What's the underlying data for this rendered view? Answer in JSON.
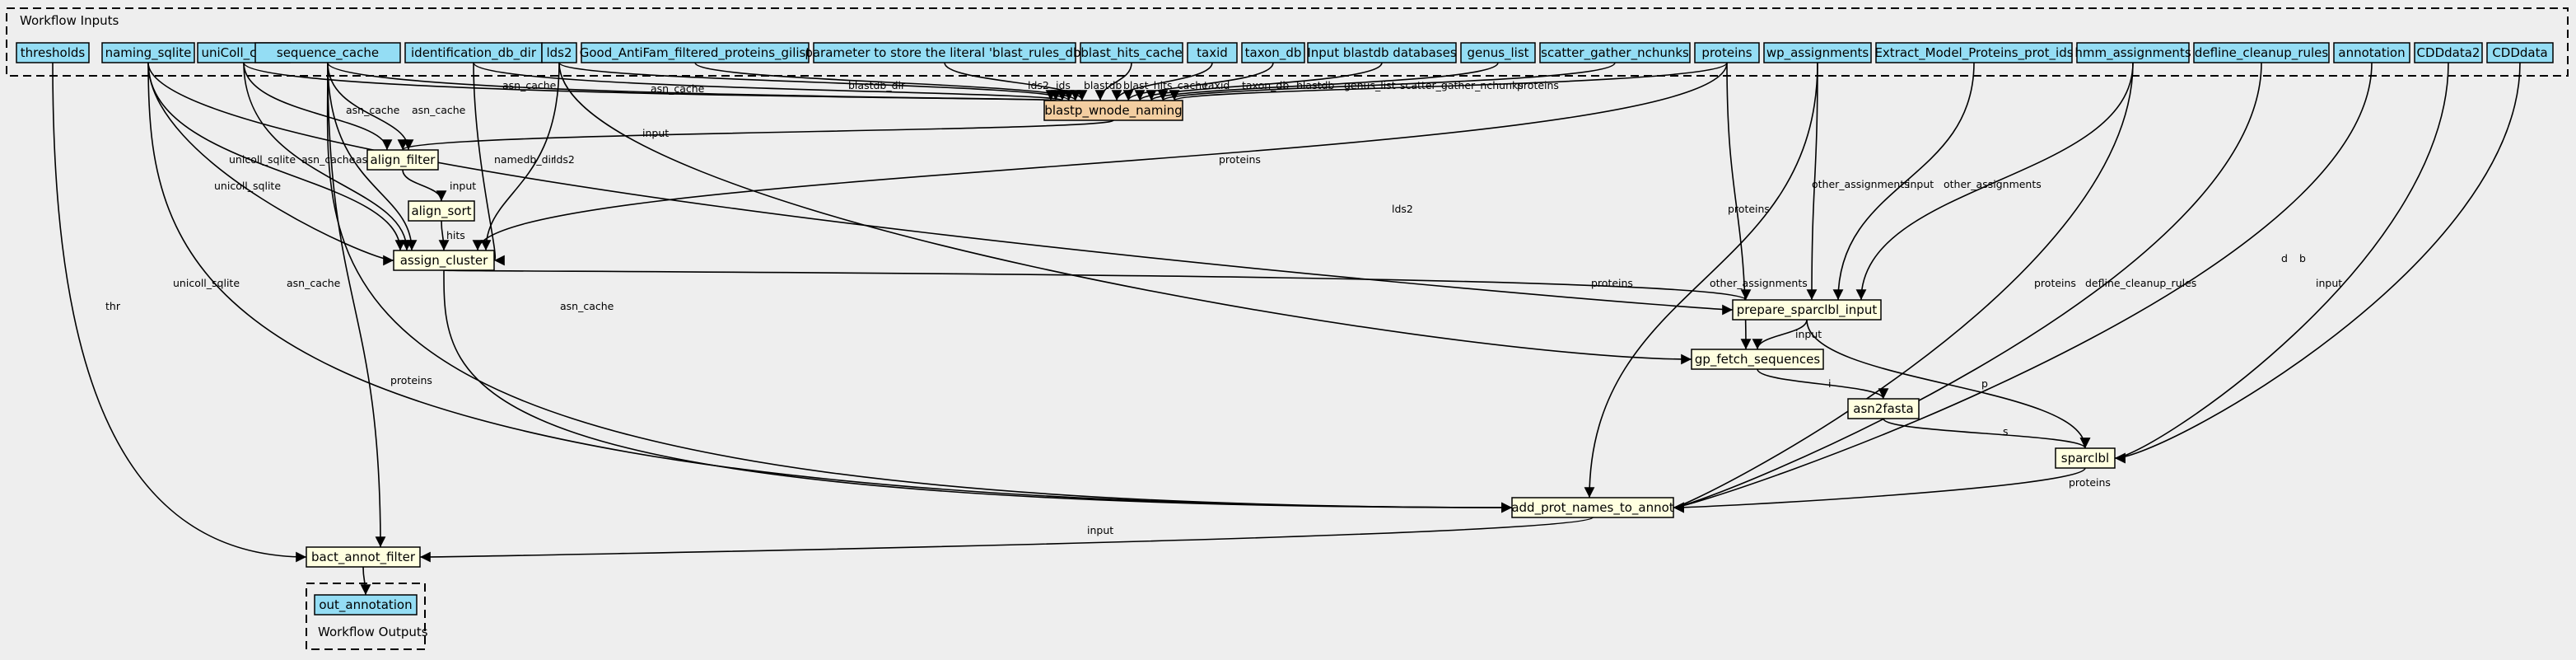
{
  "clusters": {
    "inputs_label": "Workflow Inputs",
    "outputs_label": "Workflow Outputs"
  },
  "nodes": {
    "thresholds": "thresholds",
    "naming_sqlite": "naming_sqlite",
    "uniColl_cache": "uniColl_cache",
    "sequence_cache": "sequence_cache",
    "identification_db_dir": "identification_db_dir",
    "lds2": "lds2",
    "good_antifam": "Good_AntiFam_filtered_proteins_gilist",
    "param_literal": "parameter to store the literal 'blast_rules_db'",
    "blast_hits_cache": "blast_hits_cache",
    "taxid": "taxid",
    "taxon_db": "taxon_db",
    "input_blastdb": "Input blastdb databases",
    "genus_list": "genus_list",
    "scatter_gather": "scatter_gather_nchunks",
    "proteins": "proteins",
    "wp_assignments": "wp_assignments",
    "extract_model": "Extract_Model_Proteins_prot_ids",
    "hmm_assignments": "hmm_assignments",
    "defline_cleanup": "defline_cleanup_rules",
    "annotation": "annotation",
    "cdddata2": "CDDdata2",
    "cdddata": "CDDdata",
    "blastp_wnode_naming": "blastp_wnode_naming",
    "align_filter": "align_filter",
    "align_sort": "align_sort",
    "assign_cluster": "assign_cluster",
    "prepare_sparclbl_input": "prepare_sparclbl_input",
    "gp_fetch_sequences": "gp_fetch_sequences",
    "asn2fasta": "asn2fasta",
    "sparclbl": "sparclbl",
    "add_prot_names_to_annot": "add_prot_names_to_annot",
    "bact_annot_filter": "bact_annot_filter",
    "out_annotation": "out_annotation"
  },
  "edge_labels": {
    "asn_cache": "asn_cache",
    "blastdb_dir": "blastdb_dir",
    "lds2": "lds2",
    "ids": "ids",
    "blastdb": "blastdb",
    "blast_hits_cache": "blast_hits_cache",
    "taxid": "taxid",
    "taxon_db": "taxon_db",
    "genus_list": "genus_list",
    "scatter_gather_nchunks": "scatter_gather_nchunks",
    "proteins": "proteins",
    "input": "input",
    "unicoll_sqlite": "unicoll_sqlite",
    "namedb_dir": "namedb_dir",
    "hits": "hits",
    "thr": "thr",
    "other_assignments": "other_assignments",
    "defline_cleanup_rules": "defline_cleanup_rules",
    "d": "d",
    "b": "b",
    "i": "i",
    "s": "s",
    "p": "p"
  }
}
